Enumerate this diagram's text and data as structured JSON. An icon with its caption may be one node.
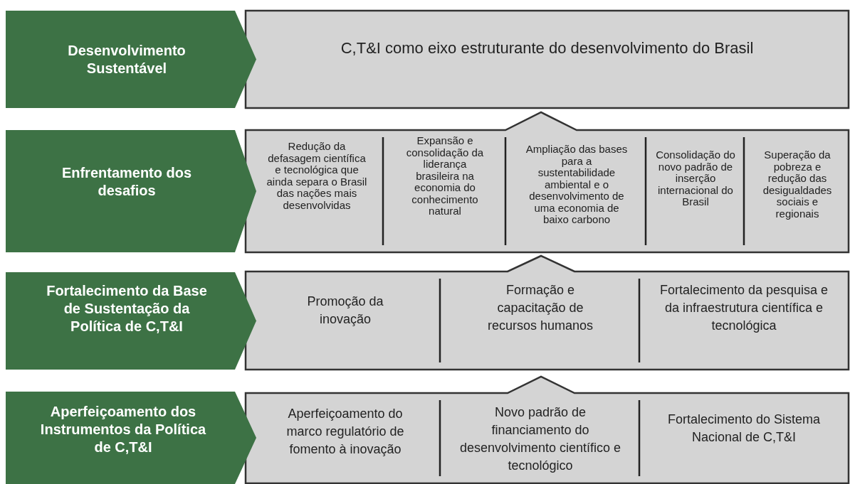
{
  "diagram": {
    "nodes": [
      {
        "text": [
          "Desenvolvimento Sustentável"
        ]
      },
      {
        "text": [
          "C,T&I como eixo estruturante do desenvolvimento do Brasil"
        ]
      },
      {
        "text": [
          "Enfrentamento dos desafios"
        ]
      },
      {
        "text": [],
        "shape": "box"
      },
      {
        "text": [
          "Redução da defasagem científica e tecnológica que ainda separa o Brasil das nações mais desenvolvidas"
        ],
        "in": 3
      },
      {
        "text": [
          "Expansão e consolidação da liderança brasileira na economia do conhecimento natural"
        ],
        "in": 3
      },
      {
        "text": [
          "Ampliação das bases para a sustentabilidade ambiental e o desenvolvimento de uma economia de baixo carbono"
        ],
        "in": 3
      },
      {
        "text": [
          "Consolidação do novo padrão de inserção internacional do Brasil"
        ],
        "in": 3
      },
      {
        "text": [
          "Superação da pobreza e redução das desigualdades sociais e regionais"
        ],
        "in": 3
      },
      {
        "text": [
          "Fortalecimento da Base de Sustentação da Política de C,T&I"
        ]
      },
      {
        "text": [],
        "shape": "box"
      },
      {
        "text": [
          "Promoção da inovação"
        ],
        "in": 10
      },
      {
        "text": [
          "Formação e capacitação de recursos humanos"
        ],
        "in": 10
      },
      {
        "text": [
          "Fortalecimento da pesquisa e da infraestrutura científica e tecnológica"
        ],
        "in": 10
      },
      {
        "text": [
          "Aperfeiçoamento dos Instrumentos da Política de C,T&I"
        ]
      },
      {
        "text": [],
        "shape": "box"
      },
      {
        "text": [
          "Aperfeiçoamento do marco regulatório de fomento à inovação"
        ],
        "in": 15
      },
      {
        "text": [
          "Novo padrão de financiamento do desenvolvimento científico e tecnológico"
        ],
        "in": 15
      },
      {
        "text": [
          "Fortalecimento do Sistema Nacional de C,T&I"
        ],
        "in": 15
      }
    ]
  }
}
